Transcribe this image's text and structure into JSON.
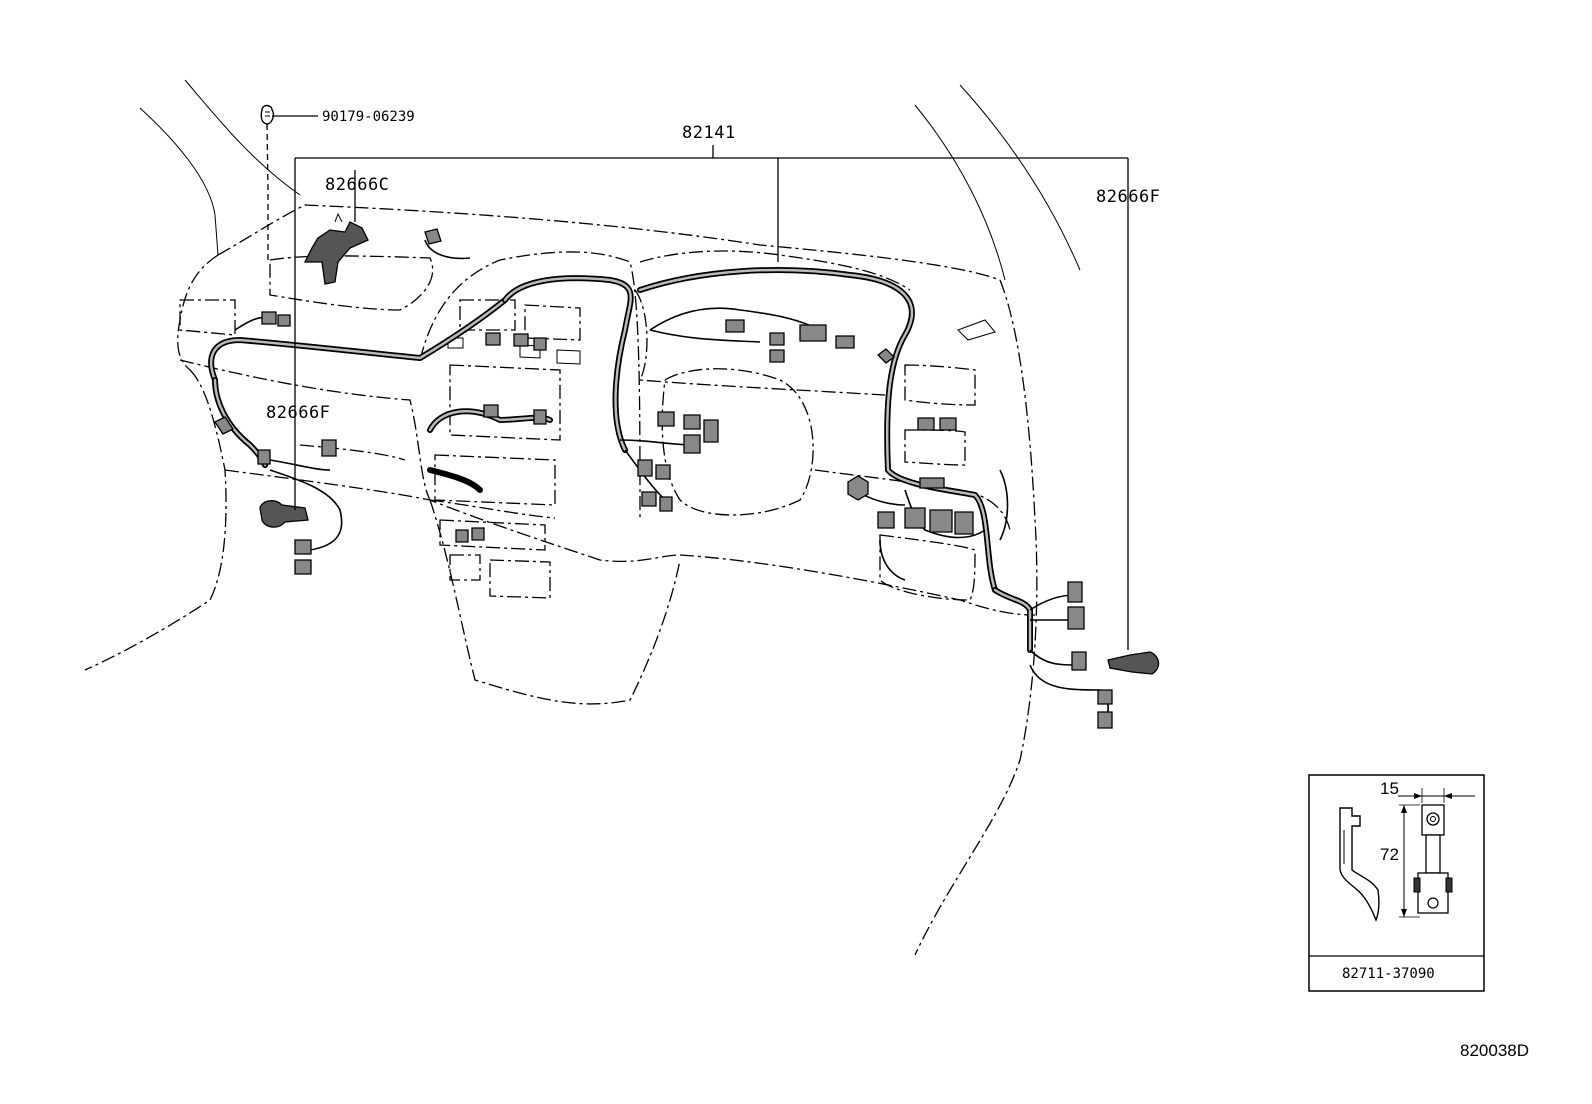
{
  "labels": {
    "part_90179": "90179-06239",
    "part_82141": "82141",
    "part_82666C": "82666C",
    "part_82666F_right": "82666F",
    "part_82666F_left": "82666F"
  },
  "inset": {
    "part_number": "82711-37090",
    "dim_width": "15",
    "dim_height": "72"
  },
  "figure_id": "820038D"
}
